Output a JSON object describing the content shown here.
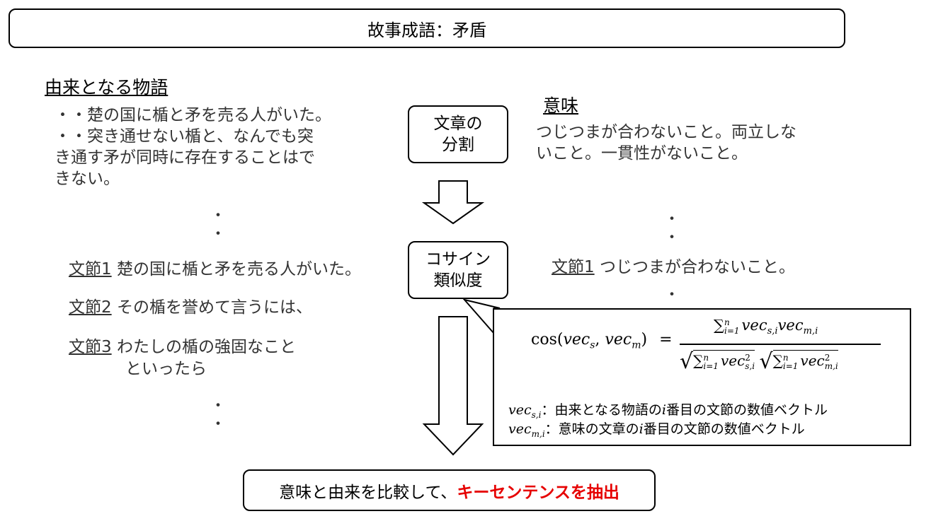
{
  "title": "故事成語：矛盾",
  "origin": {
    "heading": "由来となる物語",
    "lines": [
      "・・楚の国に楯と矛を売る人がいた。",
      "・・突き通せない楯と、なんでも突",
      "き通す矛が同時に存在することはで",
      "きない。"
    ],
    "vdots": [
      "・",
      "・"
    ],
    "clauses": [
      {
        "label": "文節1",
        "text": "楚の国に楯と矛を売る人がいた。"
      },
      {
        "label": "文節2",
        "text": "その楯を誉めて言うには、"
      },
      {
        "label": "文節3",
        "text": "わたしの楯の強固なこと",
        "text2": "といったら"
      }
    ],
    "vdots_bottom": [
      "・",
      "・"
    ]
  },
  "meaning": {
    "heading": "意味",
    "lines": [
      "つじつまが合わないこと。両立しな",
      "いこと。一貫性がないこと。"
    ],
    "vdots": [
      "・",
      "・"
    ],
    "clause": {
      "label": "文節1",
      "text": "つじつまが合わないこと。"
    },
    "vdots_bottom": [
      "・"
    ]
  },
  "steps": {
    "split": {
      "line1": "文章の",
      "line2": "分割"
    },
    "cosine": {
      "line1": "コサイン",
      "line2": "類似度"
    }
  },
  "formula": {
    "cos": "cos",
    "vec": "vec",
    "sub_s": "s",
    "sub_m": "m",
    "sum": "∑",
    "sum_lower": "i=1",
    "sum_upper": "n",
    "sub_si": "s,i",
    "sub_mi": "m,i",
    "sq": "2",
    "root": "√",
    "open_paren": "(",
    "comma": ",",
    "close_paren": ")",
    "equals": "=",
    "legend": [
      {
        "sub": "s,i",
        "text": "：由来となる物語の",
        "var": "i",
        "rest": "番目の文節の数値ベクトル"
      },
      {
        "sub": "m,i",
        "text": "：意味の文章の",
        "var": "i",
        "rest": "番目の文節の数値ベクトル"
      }
    ]
  },
  "result": {
    "prefix": "意味と由来を比較して、",
    "highlight": "キーセンテンスを抽出"
  },
  "colors": {
    "highlight": "#e60000",
    "text": "#333333",
    "border": "#000000"
  }
}
